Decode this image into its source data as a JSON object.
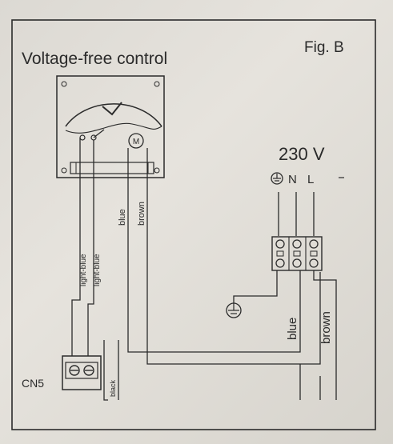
{
  "figure": {
    "title": "Voltage-free control",
    "fig_label": "Fig. B"
  },
  "supply": {
    "voltage": "230 V",
    "terminal_n": "N",
    "terminal_l": "L"
  },
  "wires": {
    "light_blue_1": "light-blue",
    "light_blue_2": "light-blue",
    "blue_top": "blue",
    "brown_top": "brown",
    "blue_bottom": "blue",
    "brown_bottom": "brown",
    "black": "black"
  },
  "connector": {
    "label": "CN5"
  },
  "icons": {
    "ground": "ground-icon",
    "motor": "motor-icon"
  },
  "colors": {
    "ink": "#2b2b2b",
    "paper": "#e2dfd9"
  }
}
